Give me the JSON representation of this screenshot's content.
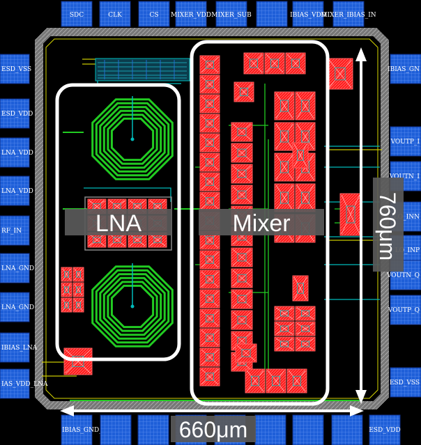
{
  "top_pads": [
    "SDC",
    "CLK",
    "CS",
    "MIXER_VDD",
    "MIXER_SUB",
    "",
    "IBIAS_VDD",
    "MIXER_IBIAS_IN"
  ],
  "left_pads": [
    "ESD_VSS",
    "ESD_VDD",
    "LNA_VDD",
    "LNA_VDD",
    "RF_IN",
    "LNA_GND",
    "LNA_GND",
    "IBIAS_LNA",
    "IAS_VDD_LNA"
  ],
  "right_pads": [
    "IBIAS_GN",
    "VOUTP_I",
    "VOUTN_I",
    "LO_INN",
    "LO_INP",
    "VOUTN_Q",
    "VOUTP_Q",
    "ESD_VSS"
  ],
  "bottom_pads": [
    "IBIAS_GND_LNA",
    "",
    "",
    "",
    "",
    "",
    "",
    "",
    "ESD_VDD"
  ],
  "blocks": {
    "lna": "LNA",
    "mixer": "Mixer"
  },
  "dimensions": {
    "height": "760μm",
    "width": "660μm"
  },
  "colors": {
    "ring": "#6a6a6a",
    "pad": "#1e5fd8",
    "inductor": "#22cc22",
    "transistor": "#ff1a1a",
    "wire_yellow": "#c8c800",
    "wire_cyan": "#00bbbb",
    "highlight": "#ffffff"
  }
}
